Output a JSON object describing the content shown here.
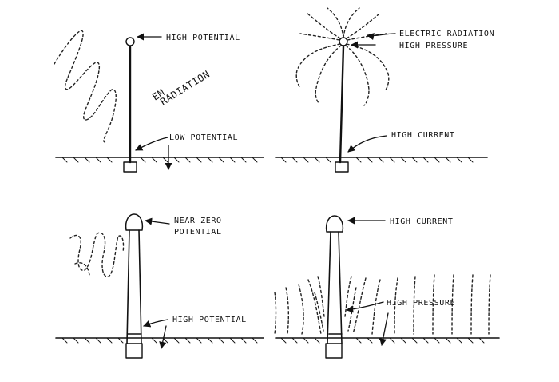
{
  "panels": {
    "top_left": {
      "label_top": "HIGH POTENTIAL",
      "label_em_1": "EM",
      "label_em_2": "RADIATION",
      "label_bottom": "LOW POTENTIAL"
    },
    "top_right": {
      "label_radiation": "ELECTRIC RADIATION",
      "label_pressure": "HIGH PRESSURE",
      "label_current": "HIGH CURRENT"
    },
    "bottom_left": {
      "label_top_1": "NEAR ZERO",
      "label_top_2": "POTENTIAL",
      "label_bottom": "HIGH POTENTIAL"
    },
    "bottom_right": {
      "label_current": "HIGH CURRENT",
      "label_pressure": "HIGH PRESSURE"
    }
  }
}
